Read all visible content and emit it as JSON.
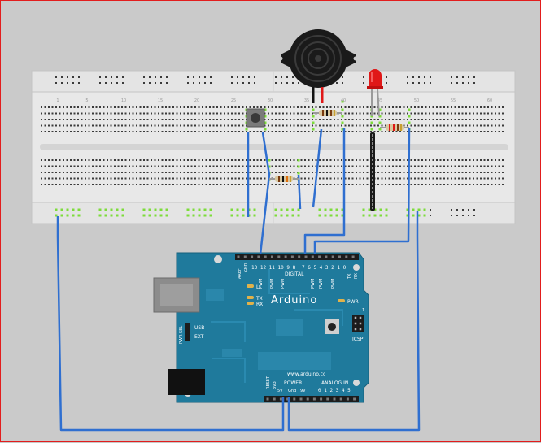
{
  "board": {
    "brand": "Arduino",
    "website": "www.arduino.cc",
    "digital_label": "DIGITAL",
    "aref": "AREF",
    "gnd": "GND",
    "digital_pins_high": "13 12 11 10  9  8",
    "digital_pins_low": "7  6  5  4  3  2  1  0",
    "pwm_label": "PWM",
    "tx_pin": "TX",
    "rx_pin": "RX",
    "led_l": "L",
    "led_tx": "TX",
    "led_rx": "RX",
    "pwr_led": "PWR",
    "usb": "USB",
    "ext": "EXT",
    "pwr_sel": "PWR SEL",
    "icsp": "ICSP",
    "reset": "RESET",
    "v3": "3V3",
    "power": "POWER",
    "v5": "5V",
    "gnd_power": "Gnd",
    "v9": "9V",
    "analog_in": "ANALOG IN",
    "analog_pins": "0 1 2 3 4 5",
    "icsp_pin1": "1"
  },
  "breadboard": {
    "column_numbers": [
      "1",
      "5",
      "10",
      "15",
      "20",
      "25",
      "30",
      "35",
      "40",
      "45",
      "50",
      "55",
      "60"
    ]
  },
  "colors": {
    "board_blue": "#1f7a9c",
    "wire_blue": "#2f6fd0",
    "breadboard": "#e6e6e6",
    "connected_green": "#7ddc3a",
    "led_red": "#e01818",
    "frame_red": "#e21d1d"
  }
}
